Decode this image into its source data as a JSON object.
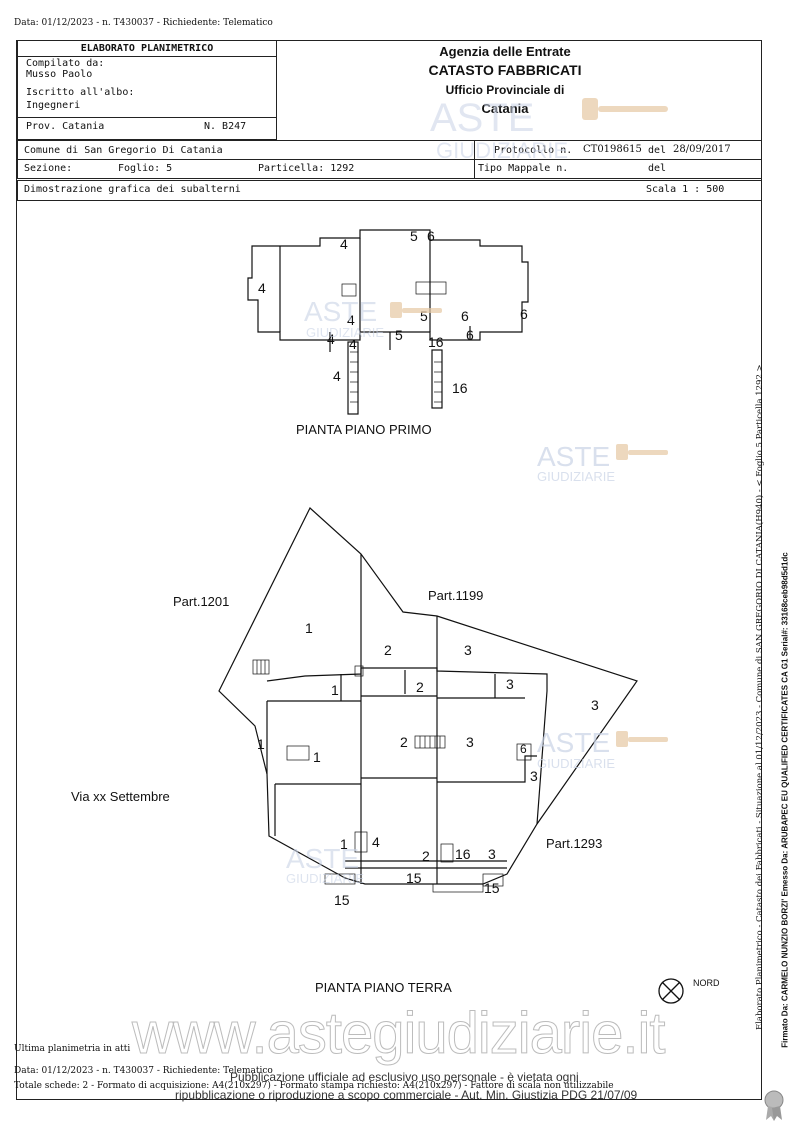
{
  "header_top": "Data: 01/12/2023 - n. T430037 - Richiedente: Telematico",
  "left_box": {
    "title": "ELABORATO PLANIMETRICO",
    "compilato_label": "Compilato da:",
    "compilato_value": "Musso Paolo",
    "iscritto_label": "Iscritto all'albo:",
    "iscritto_value": "Ingegneri",
    "prov": "Prov. Catania",
    "numero": "N. B247"
  },
  "agency": {
    "line1": "Agenzia delle Entrate",
    "line2": "CATASTO FABBRICATI",
    "line3": "Ufficio Provinciale di",
    "line4": "Catania"
  },
  "info_row": {
    "comune": "Comune di San Gregorio Di Catania",
    "sezione": "Sezione:",
    "foglio": "Foglio: 5",
    "particella": "Particella: 1292",
    "protocollo_label": "Protocollo n.",
    "protocollo_value": "CT0198615",
    "del_label": "del",
    "del_value": "28/09/2017",
    "tipo_mappale": "Tipo Mappale n.",
    "tipo_del": "del"
  },
  "dimostrazione": "Dimostrazione grafica dei subalterni",
  "scala": "Scala 1 : 500",
  "plans": {
    "primo_title": "PIANTA PIANO PRIMO",
    "terra_title": "PIANTA PIANO TERRA",
    "nord": "NORD",
    "primo_labels": [
      "4",
      "5",
      "6",
      "4",
      "4",
      "5",
      "6",
      "6",
      "4",
      "4",
      "5",
      "16",
      "6",
      "4",
      "16"
    ],
    "terra_labels": [
      "1",
      "2",
      "3",
      "1",
      "2",
      "3",
      "3",
      "1",
      "1",
      "2",
      "3",
      "6",
      "3",
      "1",
      "4",
      "2",
      "16",
      "3",
      "15",
      "15",
      "15"
    ],
    "parts": [
      "Part.1201",
      "Part.1199",
      "Part.1293"
    ],
    "street": "Via xx Settembre"
  },
  "watermarks": {
    "aste": "ASTE",
    "giudiziarie": "GIUDIZIARIE",
    "site": "www.astegiudiziarie.it"
  },
  "footer": {
    "ultima": "Ultima planimetria in atti",
    "line1": "Data: 01/12/2023 - n. T430037 - Richiedente: Telematico",
    "line2": "Totale schede: 2 - Formato di acquisizione: A4(210x297) - Formato stampa richiesto: A4(210x297) - Fattore di scala non utilizzabile",
    "pub1": "Pubblicazione ufficiale ad esclusivo uso personale - è vietata ogni",
    "pub2": "ripubblicazione o riproduzione a scopo commerciale - Aut. Min. Giustizia PDG 21/07/09"
  },
  "side": {
    "vertical1": "Elaborato Planimetrico - Catasto dei Fabbricati - Situazione al 01/12/2023 - Comune di SAN GREGORIO DI CATANIA(H940) - < Foglio 5 Particella 1292 >",
    "vertical2": "Firmato Da: CARMELO NUNZIO BORZI' Emesso Da: ARUBAPEC EU QUALIFIED CERTIFICATES CA G1 Serial#: 33168ceb98d5d1dc"
  }
}
